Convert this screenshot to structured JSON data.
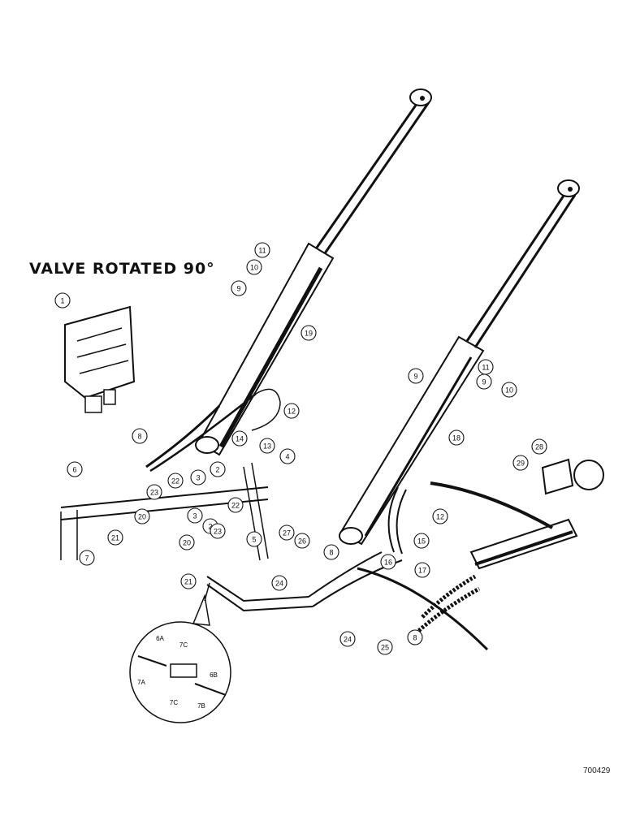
{
  "heading": "VALVE ROTATED 90°",
  "drawing_code": "700429",
  "callouts": [
    {
      "label": "1"
    },
    {
      "label": "2"
    },
    {
      "label": "2"
    },
    {
      "label": "3"
    },
    {
      "label": "3"
    },
    {
      "label": "4"
    },
    {
      "label": "5"
    },
    {
      "label": "6"
    },
    {
      "label": "7"
    },
    {
      "label": "8"
    },
    {
      "label": "8"
    },
    {
      "label": "8"
    },
    {
      "label": "9"
    },
    {
      "label": "9"
    },
    {
      "label": "9"
    },
    {
      "label": "10"
    },
    {
      "label": "10"
    },
    {
      "label": "11"
    },
    {
      "label": "11"
    },
    {
      "label": "12"
    },
    {
      "label": "12"
    },
    {
      "label": "13"
    },
    {
      "label": "14"
    },
    {
      "label": "15"
    },
    {
      "label": "16"
    },
    {
      "label": "17"
    },
    {
      "label": "18"
    },
    {
      "label": "19"
    },
    {
      "label": "20"
    },
    {
      "label": "20"
    },
    {
      "label": "21"
    },
    {
      "label": "21"
    },
    {
      "label": "22"
    },
    {
      "label": "22"
    },
    {
      "label": "23"
    },
    {
      "label": "23"
    },
    {
      "label": "24"
    },
    {
      "label": "24"
    },
    {
      "label": "25"
    },
    {
      "label": "26"
    },
    {
      "label": "27"
    },
    {
      "label": "28"
    },
    {
      "label": "29"
    }
  ],
  "detail_labels": [
    "6A",
    "7C",
    "6B",
    "7A",
    "7C",
    "7B"
  ]
}
